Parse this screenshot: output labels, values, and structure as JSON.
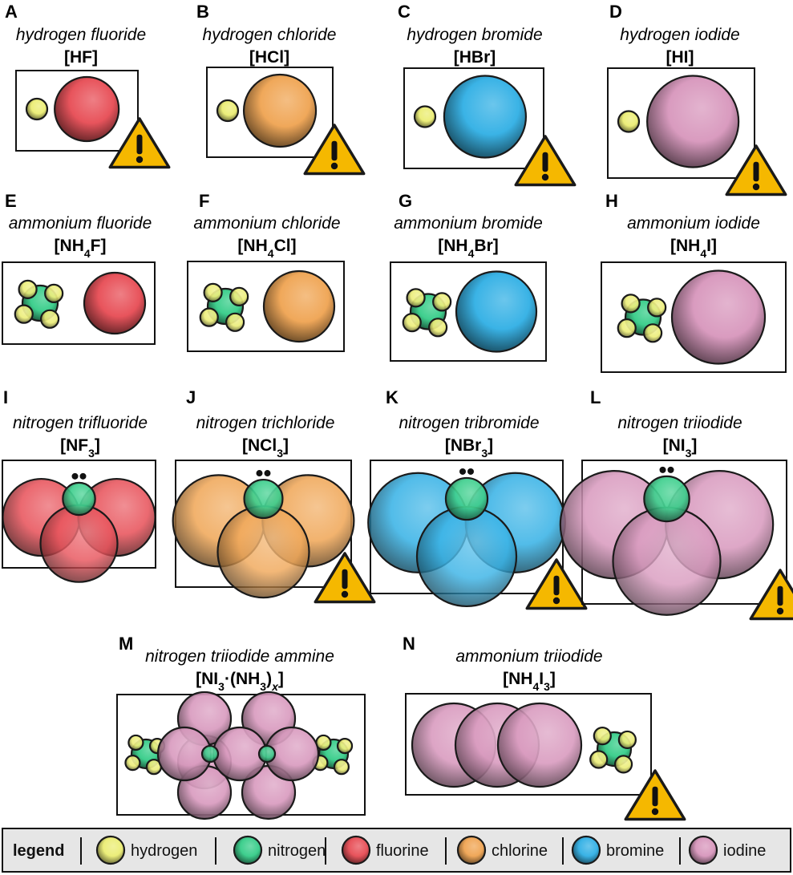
{
  "colors": {
    "hydrogen": "#ecee7a",
    "nitrogen": "#3fcf8e",
    "fluorine": "#e8545c",
    "chlorine": "#f0a85a",
    "bromine": "#3ab3e6",
    "iodine": "#d99bbf",
    "warning": "#f5b800",
    "legend_bg": "#e6e6e6"
  },
  "panels": [
    {
      "letter": "A",
      "name": "hydrogen fluoride",
      "formula": "HF",
      "warning": true
    },
    {
      "letter": "B",
      "name": "hydrogen chloride",
      "formula": "HCl",
      "warning": true
    },
    {
      "letter": "C",
      "name": "hydrogen bromide",
      "formula": "HBr",
      "warning": true
    },
    {
      "letter": "D",
      "name": "hydrogen iodide",
      "formula": "HI",
      "warning": true
    },
    {
      "letter": "E",
      "name": "ammonium fluoride",
      "formula": "NH4F",
      "warning": false
    },
    {
      "letter": "F",
      "name": "ammonium chloride",
      "formula": "NH4Cl",
      "warning": false
    },
    {
      "letter": "G",
      "name": "ammonium bromide",
      "formula": "NH4Br",
      "warning": false
    },
    {
      "letter": "H",
      "name": "ammonium iodide",
      "formula": "NH4I",
      "warning": false
    },
    {
      "letter": "I",
      "name": "nitrogen trifluoride",
      "formula": "NF3",
      "warning": false
    },
    {
      "letter": "J",
      "name": "nitrogen trichloride",
      "formula": "NCl3",
      "warning": true
    },
    {
      "letter": "K",
      "name": "nitrogen tribromide",
      "formula": "NBr3",
      "warning": true
    },
    {
      "letter": "L",
      "name": "nitrogen triiodide",
      "formula": "NI3",
      "warning": true
    },
    {
      "letter": "M",
      "name": "nitrogen triiodide ammine",
      "formula": "NI3·(NH3)x",
      "warning": false
    },
    {
      "letter": "N",
      "name": "ammonium triiodide",
      "formula": "NH4I3",
      "warning": true
    }
  ],
  "legend": {
    "title": "legend",
    "items": [
      {
        "element": "hydrogen",
        "label": "hydrogen"
      },
      {
        "element": "nitrogen",
        "label": "nitrogen"
      },
      {
        "element": "fluorine",
        "label": "fluorine"
      },
      {
        "element": "chlorine",
        "label": "chlorine"
      },
      {
        "element": "bromine",
        "label": "bromine"
      },
      {
        "element": "iodine",
        "label": "iodine"
      }
    ]
  }
}
